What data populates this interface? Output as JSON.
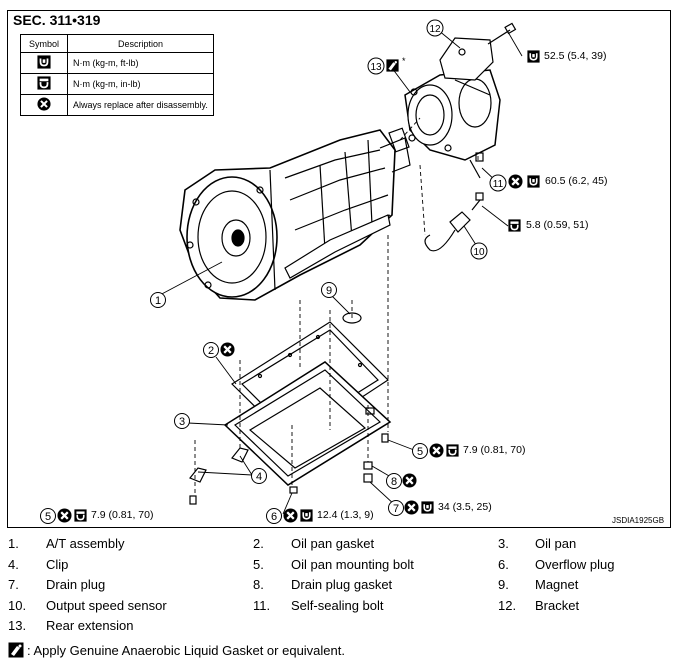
{
  "section": "SEC. 311•319",
  "legend": {
    "header_symbol": "Symbol",
    "header_description": "Description",
    "rows": [
      {
        "icon": "torque-ftlb-icon",
        "description": "N·m (kg-m, ft-lb)"
      },
      {
        "icon": "torque-inlb-icon",
        "description": "N·m (kg-m, in-lb)"
      },
      {
        "icon": "replace-icon",
        "description": "Always replace after disassembly."
      }
    ]
  },
  "diagram_code": "JSDIA1925GB",
  "callouts": {
    "bracket_bolt": "52.5 (5.4, 39)",
    "self_sealing_bolt": "60.5 (6.2, 45)",
    "sensor_bolt": "5.8 (0.59, 51)",
    "oil_pan_bolt_right": "7.9 (0.81, 70)",
    "oil_pan_bolt_left": "7.9 (0.81, 70)",
    "overflow_plug": "12.4 (1.3, 9)",
    "drain_plug": "34 (3.5, 25)",
    "asterisk": "*"
  },
  "labels": {
    "n1": "1",
    "n2": "2",
    "n3": "3",
    "n4": "4",
    "n5a": "5",
    "n5b": "5",
    "n6": "6",
    "n7": "7",
    "n8": "8",
    "n9": "9",
    "n10": "10",
    "n11": "11",
    "n12": "12",
    "n13": "13"
  },
  "parts": [
    {
      "num": "1.",
      "name": "A/T assembly"
    },
    {
      "num": "2.",
      "name": "Oil pan gasket"
    },
    {
      "num": "3.",
      "name": "Oil pan"
    },
    {
      "num": "4.",
      "name": "Clip"
    },
    {
      "num": "5.",
      "name": "Oil pan mounting bolt"
    },
    {
      "num": "6.",
      "name": "Overflow plug"
    },
    {
      "num": "7.",
      "name": "Drain plug"
    },
    {
      "num": "8.",
      "name": "Drain plug gasket"
    },
    {
      "num": "9.",
      "name": "Magnet"
    },
    {
      "num": "10.",
      "name": "Output speed sensor"
    },
    {
      "num": "11.",
      "name": "Self-sealing bolt"
    },
    {
      "num": "12.",
      "name": "Bracket"
    },
    {
      "num": "13.",
      "name": "Rear extension"
    }
  ],
  "note": ": Apply Genuine Anaerobic Liquid Gasket or equivalent.",
  "note_icon": "liquid-gasket-icon"
}
